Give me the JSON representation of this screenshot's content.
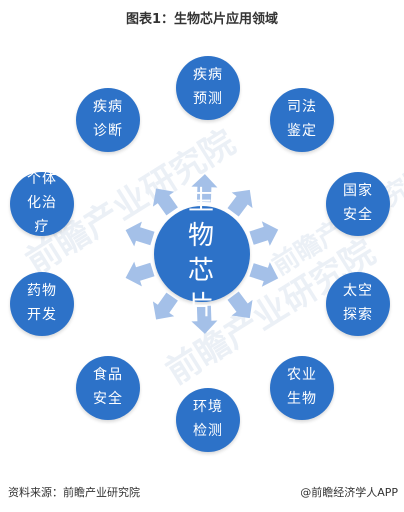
{
  "title": "图表1：生物芯片应用领域",
  "watermark": "前瞻产业研究院",
  "center": "生物芯片",
  "nodes": [
    {
      "label": "疾病预测"
    },
    {
      "label": "司法鉴定"
    },
    {
      "label": "国家安全"
    },
    {
      "label": "太空探索"
    },
    {
      "label": "农业生物"
    },
    {
      "label": "环境检测"
    },
    {
      "label": "食品安全"
    },
    {
      "label": "药物开发"
    },
    {
      "label": "个体化治疗"
    },
    {
      "label": "疾病诊断"
    }
  ],
  "footer": {
    "source": "资料来源：前瞻产业研究院",
    "brand": "@前瞻经济学人APP"
  },
  "colors": {
    "node": "#2d72c8",
    "arrow": "#a4c0e8"
  }
}
